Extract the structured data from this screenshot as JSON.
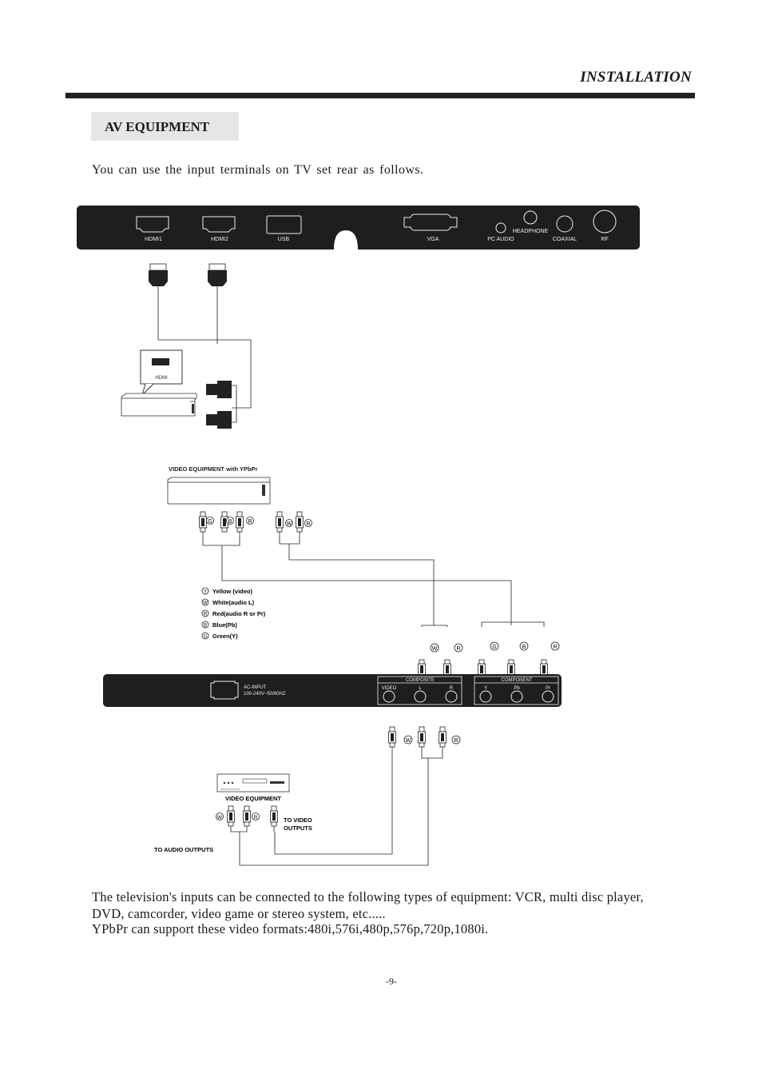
{
  "header": {
    "title": "INSTALLATION"
  },
  "section": {
    "title": "AV EQUIPMENT"
  },
  "intro": "You can use the input terminals on TV set rear as follows.",
  "top_panel": {
    "hdmi1": "HDMI1",
    "hdmi2": "HDMI2",
    "usb": "USB",
    "vga": "VGA",
    "pc_audio": "PC AUDIO",
    "headphone": "HEADPHONE",
    "coaxial": "COAXIAL",
    "rf": "RF"
  },
  "hdmi_device": {
    "label": "HDMI"
  },
  "ypbpr_device": {
    "label": "VIDEO EQUIPMENT with YPbPr"
  },
  "legend": [
    {
      "key": "Y",
      "text": "Yellow (video)"
    },
    {
      "key": "W",
      "text": "White(audio L)"
    },
    {
      "key": "R",
      "text": "Red(audio R or Pr)"
    },
    {
      "key": "B",
      "text": "Blue(Pb)"
    },
    {
      "key": "G",
      "text": "Green(Y)"
    }
  ],
  "bottom_panel": {
    "ac_input": "AC-INPUT",
    "ac_spec": "100-240V~50/60HZ",
    "composite": "COMPOSITE",
    "component": "COMPONENT",
    "video": "VIDEO",
    "l": "L",
    "r": "R",
    "y": "Y",
    "pb": "Pb",
    "pr": "Pr"
  },
  "plug_letters": {
    "g": "G",
    "b": "B",
    "r": "R",
    "w": "W"
  },
  "video_equipment": {
    "label": "VIDEO EQUIPMENT",
    "to_video_line1": "TO VIDEO",
    "to_video_line2": "OUTPUTS",
    "to_audio": "TO AUDIO OUTPUTS"
  },
  "body_text": {
    "line1": "The television's inputs can be connected to the following types of equipment: VCR, multi disc player,",
    "line2": "DVD, camcorder, video game or stereo system, etc.....",
    "line3": "YPbPr can support these video formats:480i,576i,480p,576p,720p,1080i."
  },
  "page_number": "-9-"
}
